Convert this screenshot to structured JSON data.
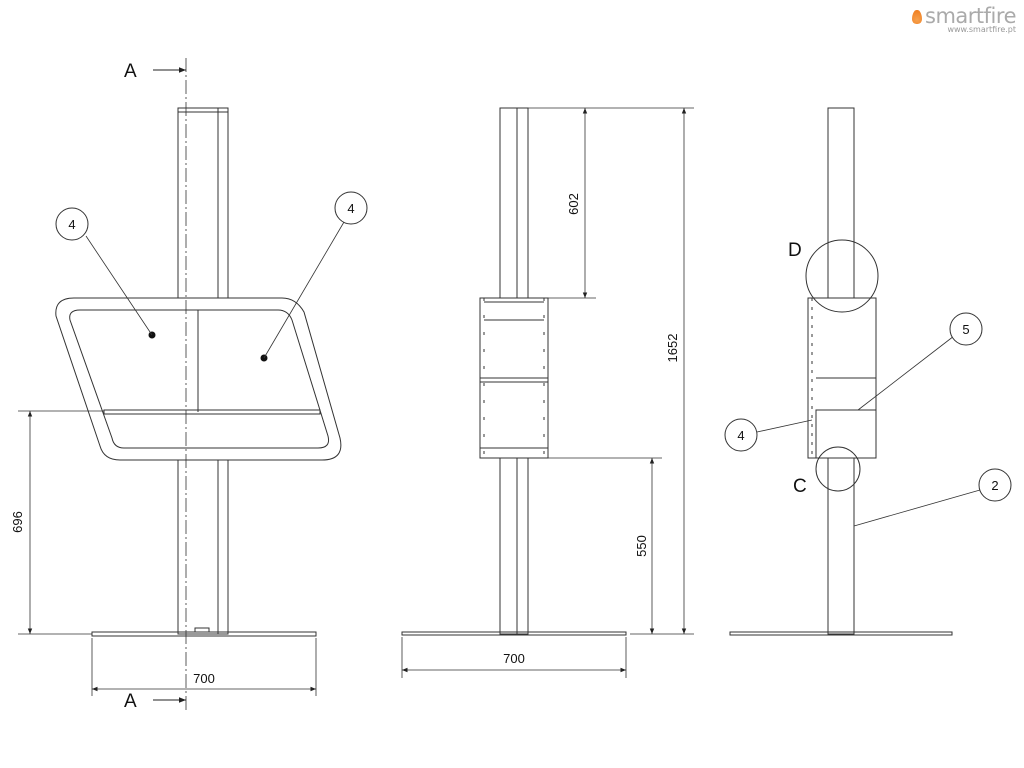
{
  "brand": {
    "name": "smartfire",
    "url": "www.smartfire.pt"
  },
  "section": {
    "top": "A",
    "bottom": "A"
  },
  "dimensions": {
    "front_base": "700",
    "front_height": "696",
    "side_upper": "602",
    "side_total": "1652",
    "side_lower": "550",
    "side_base": "700"
  },
  "callouts": {
    "front_left": "4",
    "front_right": "4",
    "rear_5": "5",
    "rear_4": "4",
    "rear_2": "2"
  },
  "details": {
    "top": "D",
    "bottom": "C"
  },
  "colors": {
    "line": "#333333",
    "brand_grey": "#aaaaaa",
    "flame": "#ef7a1a"
  }
}
